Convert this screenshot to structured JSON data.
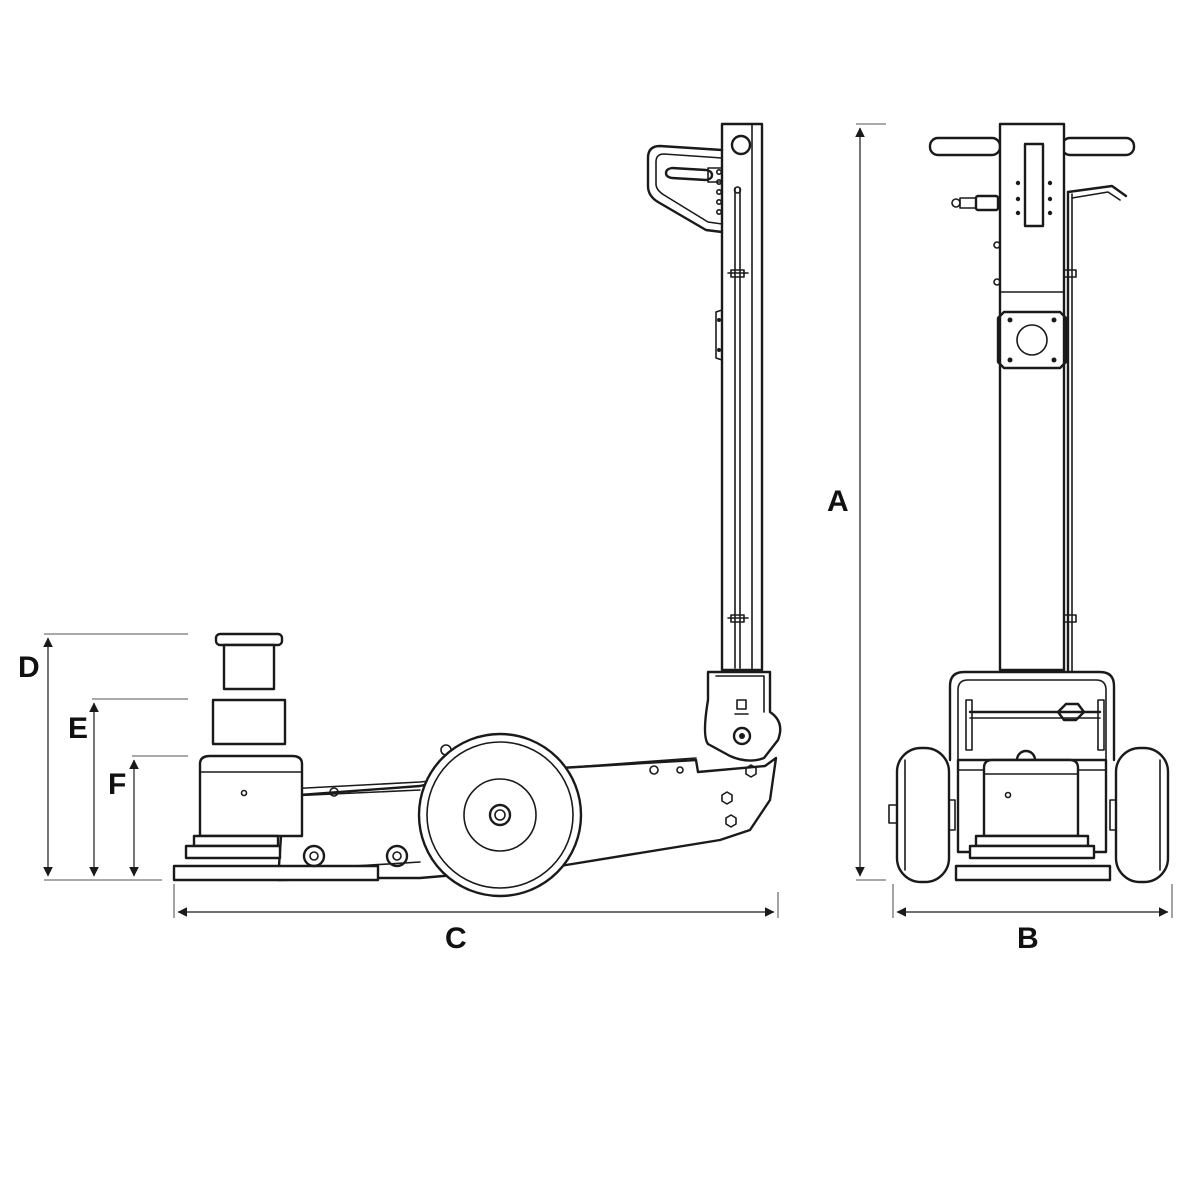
{
  "labels": {
    "a": "A",
    "b": "B",
    "c": "C",
    "d": "D",
    "e": "E",
    "f": "F"
  },
  "colors": {
    "line": "#1a1a1a",
    "background": "#ffffff"
  }
}
